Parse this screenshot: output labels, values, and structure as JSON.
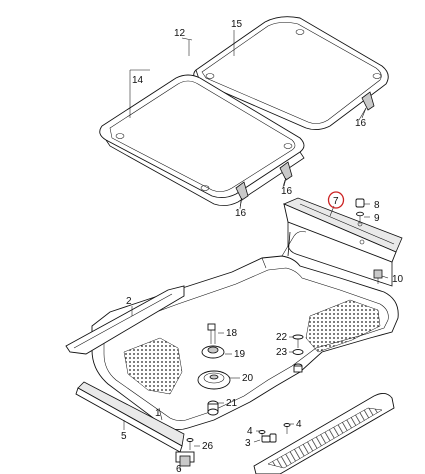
{
  "diagram": {
    "callouts": {
      "c1": "1",
      "c2": "2",
      "c3": "3",
      "c4": "4",
      "c5": "5",
      "c6": "6",
      "c7": "7",
      "c8": "8",
      "c9": "9",
      "c10": "10",
      "c12": "12",
      "c14": "14",
      "c15": "15",
      "c16a": "16",
      "c16b": "16",
      "c16c": "16",
      "c18": "18",
      "c19": "19",
      "c20": "20",
      "c21": "21",
      "c22": "22",
      "c23": "23",
      "c26": "26"
    },
    "highlight_color": "#cc2222"
  }
}
